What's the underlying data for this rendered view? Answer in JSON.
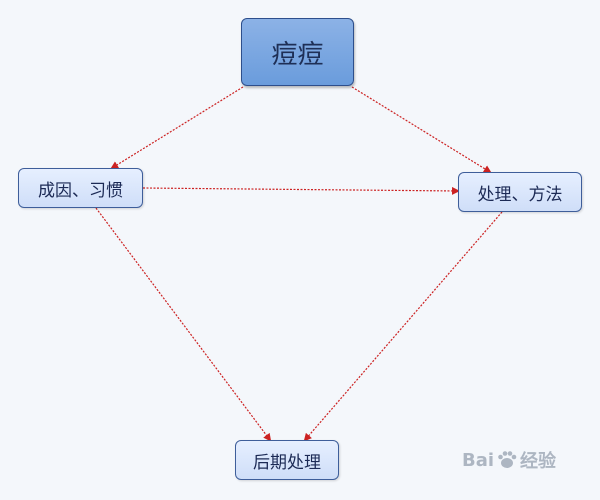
{
  "diagram": {
    "root": {
      "label": "痘痘"
    },
    "nodes": [
      {
        "id": "cause",
        "label": "成因、习惯"
      },
      {
        "id": "treat",
        "label": "处理、方法"
      },
      {
        "id": "after",
        "label": "后期处理"
      }
    ],
    "edges": [
      {
        "from": "root",
        "to": "cause"
      },
      {
        "from": "root",
        "to": "treat"
      },
      {
        "from": "cause",
        "to": "treat"
      },
      {
        "from": "cause",
        "to": "after"
      },
      {
        "from": "treat",
        "to": "after"
      }
    ]
  },
  "colors": {
    "edge": "#cc2222",
    "root_fill": "#7aa6e0",
    "node_fill": "#dbe6fb",
    "background": "#f4f7fb"
  },
  "watermark": {
    "brand_left": "Bai",
    "brand_right": "经验",
    "icon": "paw-icon"
  }
}
